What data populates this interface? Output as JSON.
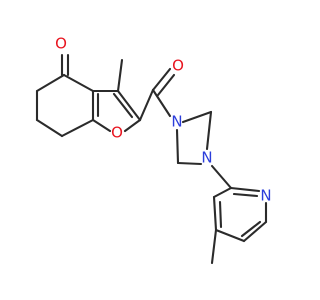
{
  "molecule": {
    "atoms": [
      {
        "id": "o_ketone",
        "element": "O",
        "label": "O",
        "color": "#e8141f"
      },
      {
        "id": "o_carbonyl",
        "element": "O",
        "label": "O",
        "color": "#e8141f"
      },
      {
        "id": "o_furan",
        "element": "O",
        "label": "O",
        "color": "#e8141f"
      },
      {
        "id": "n_piperazine_1",
        "element": "N",
        "label": "N",
        "color": "#2b3ddb"
      },
      {
        "id": "n_piperazine_4",
        "element": "N",
        "label": "N",
        "color": "#2b3ddb"
      },
      {
        "id": "n_pyridine",
        "element": "N",
        "label": "N",
        "color": "#2b3ddb"
      }
    ],
    "bond_color": "#2b2b2b",
    "background": "#ffffff"
  }
}
